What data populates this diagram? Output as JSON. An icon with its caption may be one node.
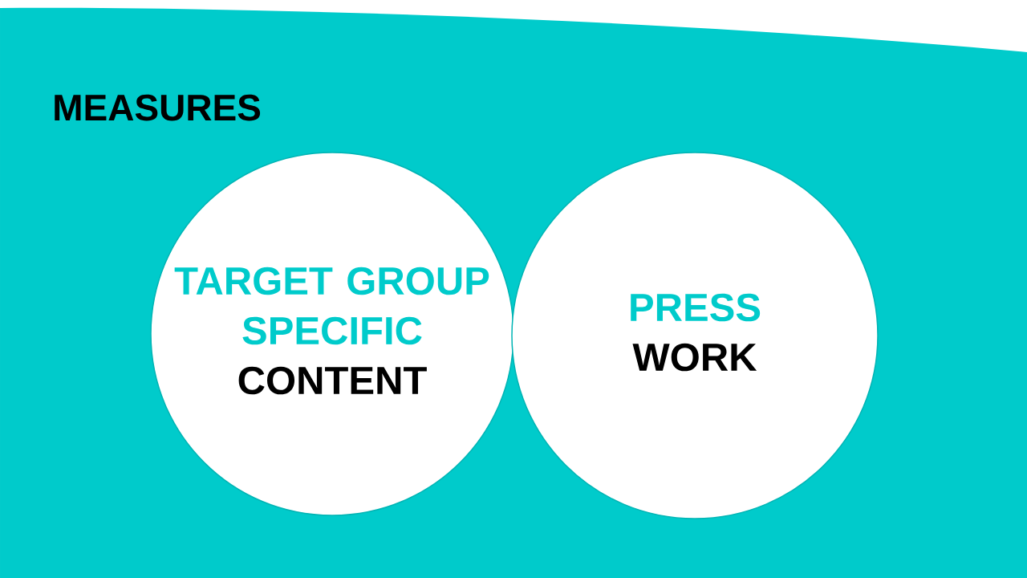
{
  "diagram": {
    "title": "MEASURES",
    "nodes": [
      {
        "text": [
          "TARGET GROUP SPECIFIC",
          "CONTENT"
        ]
      },
      {
        "text": [
          "PRESS",
          "WORK"
        ]
      }
    ]
  }
}
